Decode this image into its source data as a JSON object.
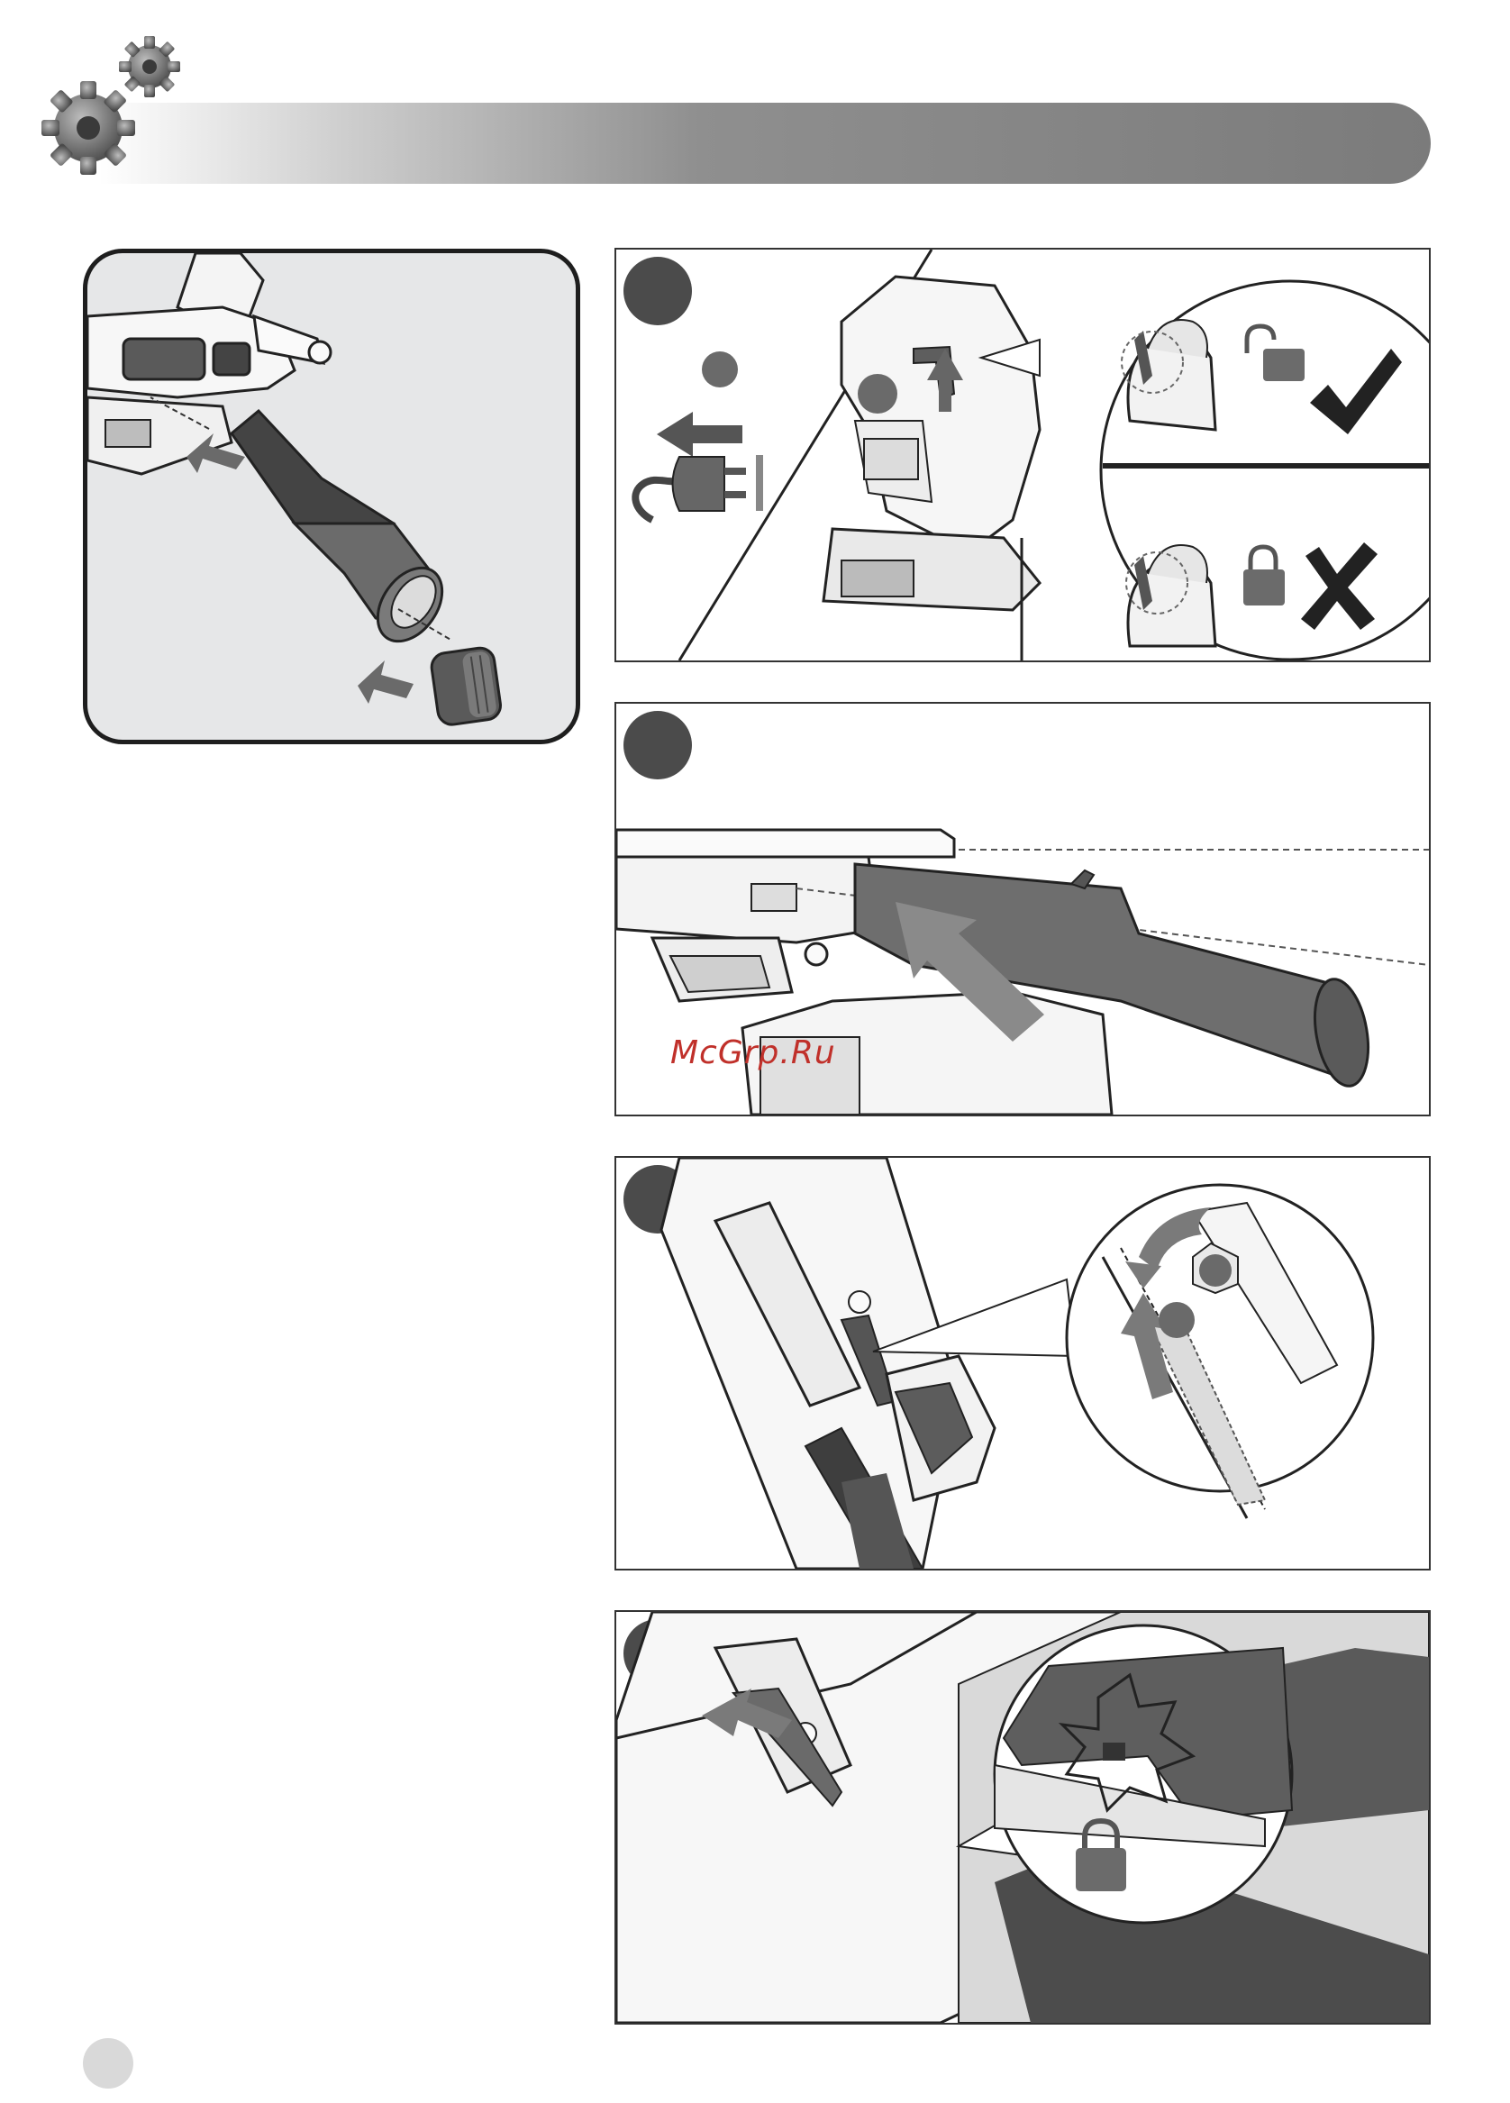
{
  "watermark": {
    "text": "McGrp.Ru"
  },
  "colors": {
    "badge": "#4b4b4b",
    "frame": "#333333",
    "inset_bg": "#e6e7e8",
    "watermark": "#c0302a"
  },
  "icons": {
    "header": "gears-icon",
    "unplug": "plug-icon",
    "unlocked": "unlocked-padlock-icon",
    "locked": "padlock-icon",
    "ok": "checkmark-icon",
    "not_ok": "cross-icon"
  },
  "figures": [
    {
      "id": "dust-adapter-assembly"
    },
    {
      "id": "step-1-unplug-and-lever"
    },
    {
      "id": "step-2-insert-extraction-tube"
    },
    {
      "id": "step-3-release-blade-clamp"
    },
    {
      "id": "step-4-insert-blade-lock"
    }
  ]
}
